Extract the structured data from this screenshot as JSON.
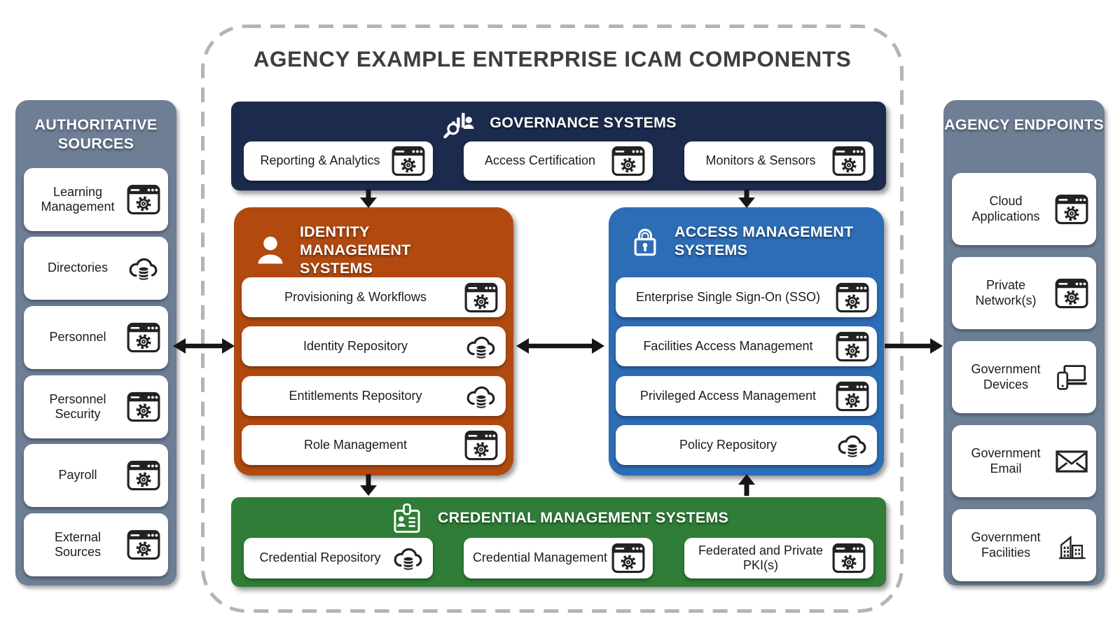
{
  "diagram_title": "AGENCY EXAMPLE ENTERPRISE ICAM COMPONENTS",
  "colors": {
    "sidebar_slate": "#6D7E95",
    "governance_navy": "#1C2B4D",
    "identity_orange": "#B24A10",
    "access_blue": "#2D6DB6",
    "credential_green": "#2F7D36",
    "dashed_border_gray": "#B1B5BB",
    "arrow_black": "#161616",
    "title_gray": "#3E3E3E"
  },
  "authoritative_sources": {
    "title": "AUTHORITATIVE SOURCES",
    "items": [
      {
        "label": "Learning Management",
        "icon": "app-window-gear"
      },
      {
        "label": "Directories",
        "icon": "cloud-database"
      },
      {
        "label": "Personnel",
        "icon": "app-window-gear"
      },
      {
        "label": "Personnel Security",
        "icon": "app-window-gear"
      },
      {
        "label": "Payroll",
        "icon": "app-window-gear"
      },
      {
        "label": "External Sources",
        "icon": "app-window-gear"
      }
    ]
  },
  "governance_systems": {
    "title": "GOVERNANCE SYSTEMS",
    "icon": "analytics-search",
    "items": [
      {
        "label": "Reporting & Analytics",
        "icon": "app-window-gear"
      },
      {
        "label": "Access Certification",
        "icon": "app-window-gear"
      },
      {
        "label": "Monitors & Sensors",
        "icon": "app-window-gear"
      }
    ]
  },
  "identity_management_systems": {
    "title": "IDENTITY MANAGEMENT SYSTEMS",
    "icon": "person",
    "items": [
      {
        "label": "Provisioning & Workflows",
        "icon": "app-window-gear"
      },
      {
        "label": "Identity Repository",
        "icon": "cloud-database"
      },
      {
        "label": "Entitlements Repository",
        "icon": "cloud-database"
      },
      {
        "label": "Role Management",
        "icon": "app-window-gear"
      }
    ]
  },
  "access_management_systems": {
    "title": "ACCESS MANAGEMENT SYSTEMS",
    "icon": "padlock",
    "items": [
      {
        "label": "Enterprise Single Sign-On (SSO)",
        "icon": "app-window-gear"
      },
      {
        "label": "Facilities Access Management",
        "icon": "app-window-gear"
      },
      {
        "label": "Privileged Access Management",
        "icon": "app-window-gear"
      },
      {
        "label": "Policy Repository",
        "icon": "cloud-database"
      }
    ]
  },
  "credential_management_systems": {
    "title": "CREDENTIAL MANAGEMENT SYSTEMS",
    "icon": "id-badge",
    "items": [
      {
        "label": "Credential Repository",
        "icon": "cloud-database"
      },
      {
        "label": "Credential Management",
        "icon": "app-window-gear"
      },
      {
        "label": "Federated and Private PKI(s)",
        "icon": "app-window-gear"
      }
    ]
  },
  "agency_endpoints": {
    "title": "AGENCY ENDPOINTS",
    "items": [
      {
        "label": "Cloud Applications",
        "icon": "app-window-gear"
      },
      {
        "label": "Private Network(s)",
        "icon": "app-window-gear"
      },
      {
        "label": "Government Devices",
        "icon": "devices"
      },
      {
        "label": "Government Email",
        "icon": "envelope"
      },
      {
        "label": "Government Facilities",
        "icon": "buildings"
      }
    ]
  }
}
